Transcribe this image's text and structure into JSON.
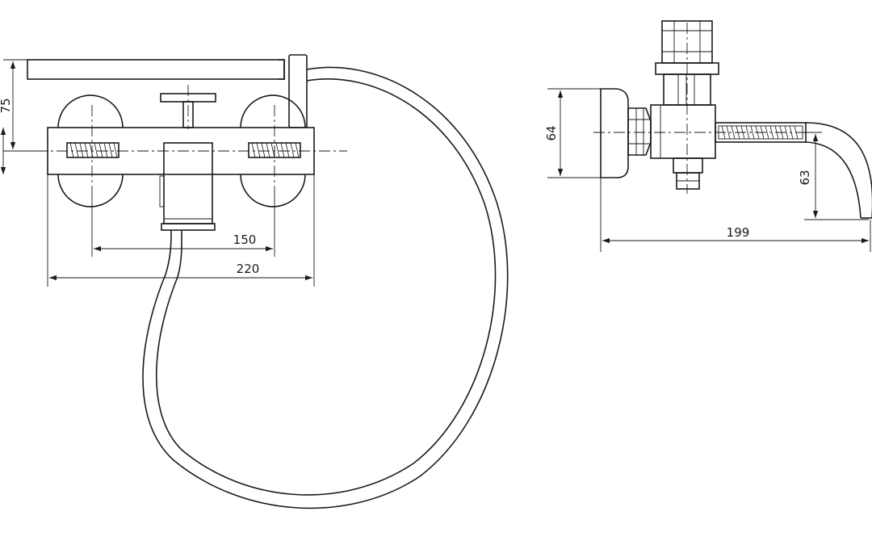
{
  "dimensions": {
    "d150": "150",
    "d220": "220",
    "d75": "75",
    "d64": "64",
    "d63": "63",
    "d199": "199"
  }
}
